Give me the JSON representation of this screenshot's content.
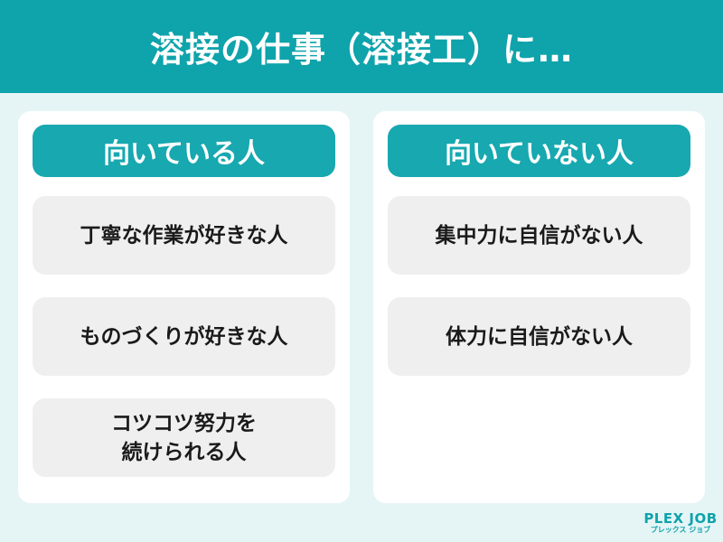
{
  "header": {
    "title": "溶接の仕事（溶接工）に…"
  },
  "colors": {
    "accent": "#0fa3ab",
    "heading": "#17a8b0",
    "background": "#e5f5f6",
    "item_bg": "#efefef"
  },
  "panels": [
    {
      "heading": "向いている人",
      "items": [
        {
          "label": "丁寧な作業が好きな人"
        },
        {
          "label": "ものづくりが好きな人"
        },
        {
          "label": "コツコツ努力を\n続けられる人"
        }
      ]
    },
    {
      "heading": "向いていない人",
      "items": [
        {
          "label": "集中力に自信がない人"
        },
        {
          "label": "体力に自信がない人"
        }
      ]
    }
  ],
  "logo": {
    "main": "PLEX JOB",
    "sub": "プレックス ジョブ"
  }
}
